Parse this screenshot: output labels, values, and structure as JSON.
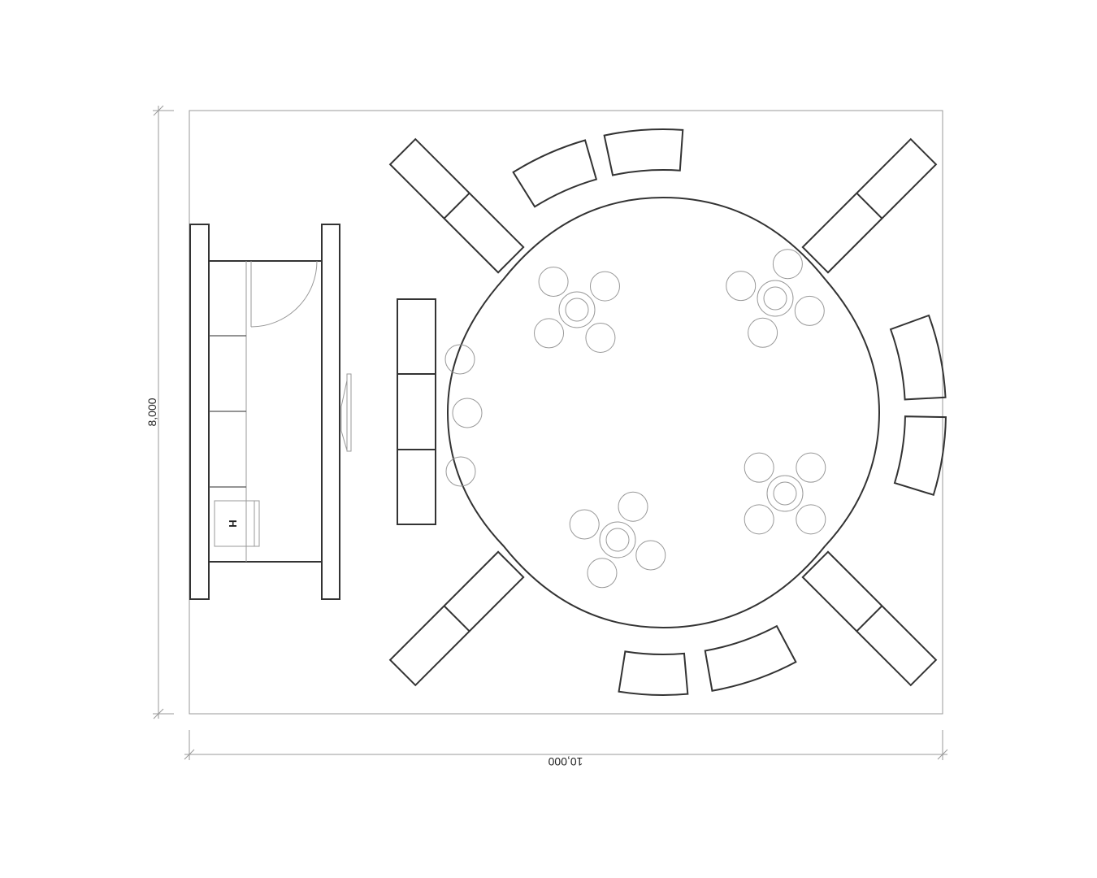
{
  "dimensions": {
    "width_label": "10,000",
    "height_label": "8,000"
  },
  "sink_label": "H",
  "colors": {
    "stroke": "#333333",
    "thin_stroke": "#999999",
    "background": "#ffffff"
  }
}
